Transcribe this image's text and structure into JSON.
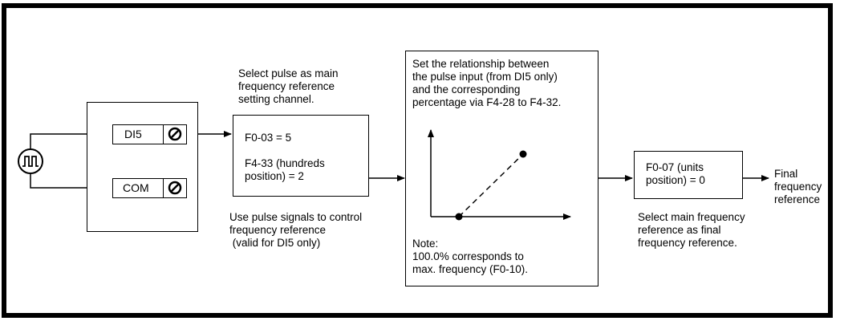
{
  "terminal_block": {
    "di5_label": "DI5",
    "com_label": "COM"
  },
  "channel_select": {
    "caption": "Select pulse as main\nfrequency reference\nsetting channel.",
    "param_1": "F0-03 = 5",
    "param_2": "F4-33 (hundreds\nposition) = 2",
    "note": "Use pulse signals to control\nfrequency reference\n (valid for DI5 only)"
  },
  "pulse_curve": {
    "description": "Set the relationship between\nthe pulse input (from DI5 only)\nand the corresponding\npercentage via F4-28 to F4-32.",
    "note": "Note:\n100.0% corresponds to\nmax. frequency (F0-10)."
  },
  "final_select": {
    "param": "F0-07 (units\nposition) = 0",
    "caption": "Select main frequency\nreference as final\nfrequency reference.",
    "output_label": "Final\nfrequency\nreference"
  },
  "icons": {
    "pulse_source": "pulse-wave-icon",
    "terminal_screw": "screw-slot-icon"
  }
}
